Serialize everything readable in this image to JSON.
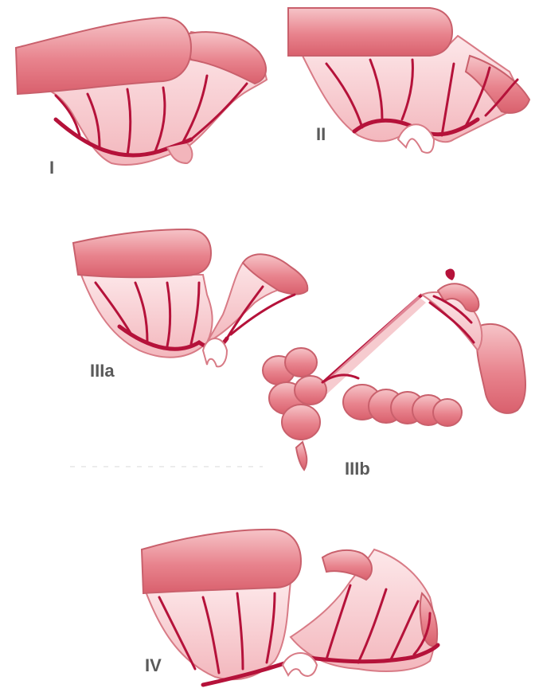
{
  "panels": [
    {
      "id": "I",
      "label": "I"
    },
    {
      "id": "II",
      "label": "II"
    },
    {
      "id": "IIIa",
      "label": "IIIa"
    },
    {
      "id": "IIIb",
      "label": "IIIb"
    },
    {
      "id": "IV",
      "label": "IV"
    }
  ],
  "colors": {
    "vessel": "#b5123a",
    "tissue": "#f2b5bb",
    "bowel": "#e7868f",
    "highlight": "#fbe3e5",
    "label": "#5a5a5a"
  }
}
